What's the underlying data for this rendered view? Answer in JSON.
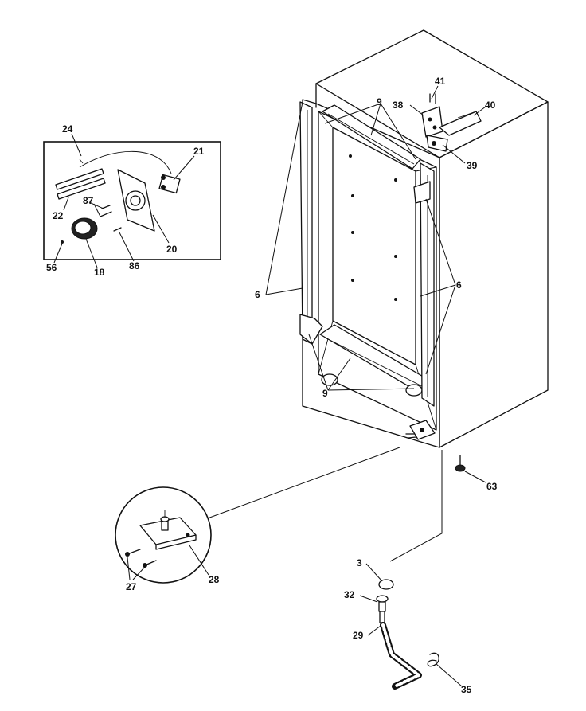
{
  "callouts": [
    {
      "id": "c24",
      "text": "24"
    },
    {
      "id": "c21",
      "text": "21"
    },
    {
      "id": "c22",
      "text": "22"
    },
    {
      "id": "c87",
      "text": "87"
    },
    {
      "id": "c20",
      "text": "20"
    },
    {
      "id": "c56",
      "text": "56"
    },
    {
      "id": "c18",
      "text": "18"
    },
    {
      "id": "c86",
      "text": "86"
    },
    {
      "id": "c9top",
      "text": "9"
    },
    {
      "id": "c38",
      "text": "38"
    },
    {
      "id": "c41",
      "text": "41"
    },
    {
      "id": "c40",
      "text": "40"
    },
    {
      "id": "c39",
      "text": "39"
    },
    {
      "id": "c6left",
      "text": "6"
    },
    {
      "id": "c6right",
      "text": "6"
    },
    {
      "id": "c9bottom",
      "text": "9"
    },
    {
      "id": "c63",
      "text": "63"
    },
    {
      "id": "c3",
      "text": "3"
    },
    {
      "id": "c32",
      "text": "32"
    },
    {
      "id": "c29",
      "text": "29"
    },
    {
      "id": "c35",
      "text": "35"
    },
    {
      "id": "c27",
      "text": "27"
    },
    {
      "id": "c28",
      "text": "28"
    }
  ]
}
